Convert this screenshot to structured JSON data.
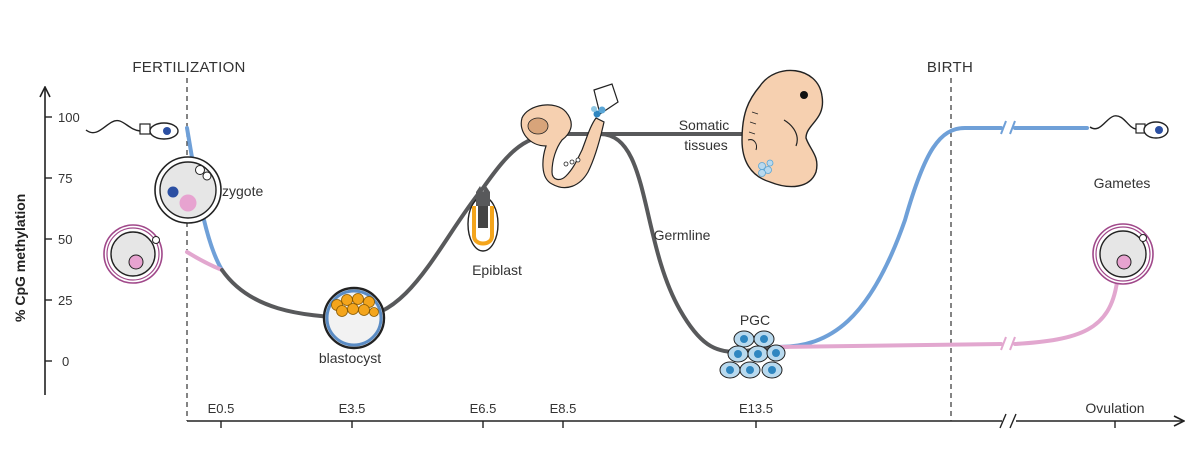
{
  "labels": {
    "fertilization": "FERTILIZATION",
    "birth": "BIRTH",
    "y_axis": "% CpG methylation",
    "zygote": "zygote",
    "blastocyst": "blastocyst",
    "epiblast": "Epiblast",
    "somatic_line1": "Somatic",
    "somatic_line2": "tissues",
    "germline": "Germline",
    "pgc": "PGC",
    "gametes": "Gametes"
  },
  "y_ticks": [
    "100",
    "75",
    "50",
    "25",
    "0"
  ],
  "x_ticks": [
    "E0.5",
    "E3.5",
    "E6.5",
    "E8.5",
    "E13.5",
    "Ovulation"
  ],
  "colors": {
    "embryo_line": "#58595b",
    "paternal_line": "#6fa0d8",
    "maternal_line": "#e2a7cf",
    "axis": "#222222",
    "embryo_skin": "#f6d0b0",
    "blastomere": "#f4a51c",
    "pgc_cell": "#8ec7e3",
    "pgc_nucleus": "#2f86c0",
    "sperm_nucleus": "#2b4fa2",
    "oocyte_nucleus": "#e7a3d0"
  },
  "icons": [
    "sperm-icon",
    "oocyte-icon",
    "zygote-icon",
    "blastocyst-icon",
    "epiblast-icon",
    "e8-5-embryo-icon",
    "e13-5-embryo-icon",
    "pgc-cluster-icon"
  ]
}
